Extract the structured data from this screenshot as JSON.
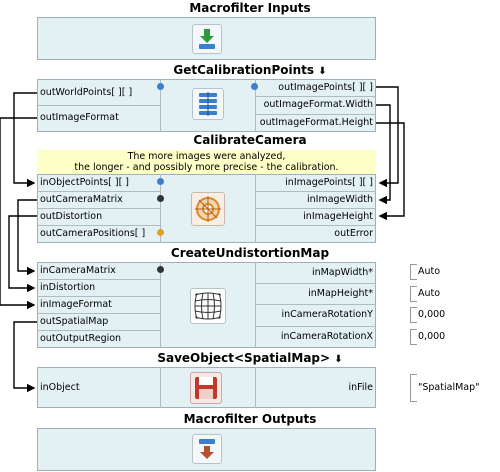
{
  "macro_inputs": {
    "title": "Macrofilter Inputs"
  },
  "get_calib": {
    "title": "GetCalibrationPoints",
    "title_marker": "⬇",
    "inputs": [
      "outWorldPoints[ ][ ]",
      "outImageFormat"
    ],
    "outputs": [
      "outImagePoints[ ][ ]",
      "outImageFormat.Width",
      "outImageFormat.Height"
    ]
  },
  "calibrate": {
    "title": "CalibrateCamera",
    "comment_line1": "The more images were analyzed,",
    "comment_line2": "the longer - and possibly more precise - the calibration.",
    "inputs": [
      "inObjectPoints[ ][ ]",
      "outCameraMatrix",
      "outDistortion",
      "outCameraPositions[ ]"
    ],
    "outputs": [
      "inImagePoints[ ][ ]",
      "inImageWidth",
      "inImageHeight",
      "outError"
    ]
  },
  "undistort": {
    "title": "CreateUndistortionMap",
    "inputs": [
      "inCameraMatrix",
      "inDistortion",
      "inImageFormat",
      "outSpatialMap",
      "outOutputRegion"
    ],
    "outputs": [
      "inMapWidth*",
      "inMapHeight*",
      "inCameraRotationY",
      "inCameraRotationX"
    ],
    "values": [
      "Auto",
      "Auto",
      "0,000",
      "0,000"
    ]
  },
  "save": {
    "title": "SaveObject<SpatialMap>",
    "title_marker": "⬇",
    "input": "inObject",
    "output": "inFile",
    "value": "\"SpatialMap\""
  },
  "macro_outputs": {
    "title": "Macrofilter Outputs"
  },
  "colors": {
    "block": "#e4f1f4",
    "border": "#9fb0b8",
    "comment": "#ffffc8",
    "accent_blue": "#3a7fd0"
  }
}
